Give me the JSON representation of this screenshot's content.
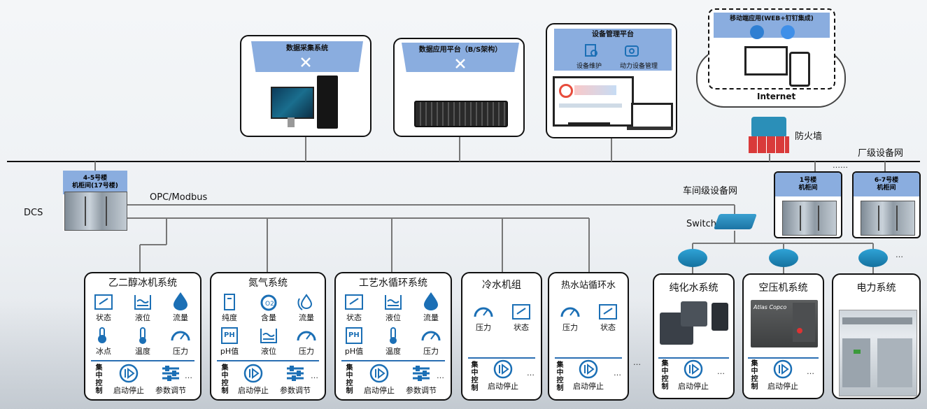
{
  "top": {
    "data_collection": "数据采集系统",
    "data_app": "数据应用平台（B/S架构）",
    "device_mgmt": "设备管理平台",
    "device_maint": "设备维护",
    "power_mgmt": "动力设备管理",
    "mobile": "移动端应用(WEB+钉钉集成)",
    "internet": "Internet",
    "firewall": "防火墙"
  },
  "network": {
    "factory": "厂级设备网",
    "workshop": "车间级设备网",
    "switch": "Switch",
    "opc": "OPC/Modbus",
    "dcs": "DCS",
    "dots": "……",
    "b45": "4-5号楼\n机柜间(17号楼)",
    "b1": "1号楼\n机柜间",
    "b67": "6-7号楼\n机柜间"
  },
  "common": {
    "central_ctrl": [
      "集",
      "中",
      "控",
      "制"
    ],
    "start_stop": "启动停止",
    "param_adjust": "参数调节",
    "ellipsis": "…"
  },
  "systems": {
    "glycol": {
      "title": "乙二醇冰机系统",
      "items": [
        "状态",
        "液位",
        "流量",
        "冰点",
        "温度",
        "压力"
      ]
    },
    "nitrogen": {
      "title": "氮气系统",
      "items": [
        "纯度",
        "含量",
        "流量",
        "pH值",
        "液位",
        "压力"
      ]
    },
    "process_water": {
      "title": "工艺水循环系统",
      "items": [
        "状态",
        "液位",
        "流量",
        "pH值",
        "温度",
        "压力"
      ]
    },
    "chiller": {
      "title": "冷水机组",
      "items": [
        "压力",
        "状态"
      ]
    },
    "hot_water": {
      "title": "热水站循环水",
      "items": [
        "压力",
        "状态"
      ]
    },
    "pure_water": {
      "title": "纯化水系统"
    },
    "air_comp": {
      "title": "空压机系统",
      "brand": "Atlas Copco"
    },
    "power": {
      "title": "电力系统"
    }
  },
  "colors": {
    "accent": "#1b6fb5",
    "header": "#8aaddf",
    "line": "#777777"
  }
}
